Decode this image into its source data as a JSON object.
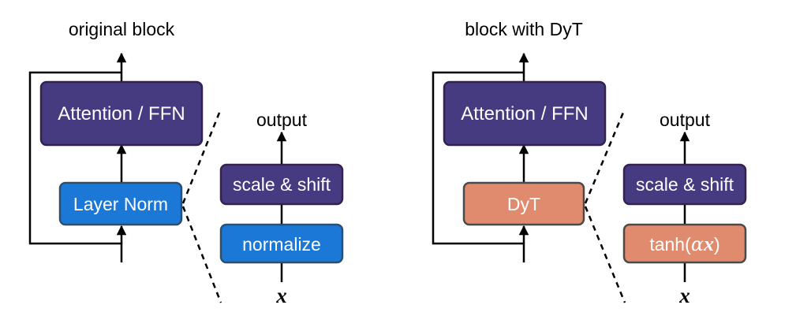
{
  "left_panel": {
    "title": "original block",
    "main_box": "Attention / FFN",
    "norm_box": "Layer Norm",
    "detail": {
      "output_label": "output",
      "top_box": "scale & shift",
      "bottom_box": "normalize",
      "input_label": "x"
    }
  },
  "right_panel": {
    "title": "block with DyT",
    "main_box": "Attention / FFN",
    "norm_box": "DyT",
    "detail": {
      "output_label": "output",
      "top_box": "scale & shift",
      "bottom_box_prefix": "tanh(",
      "bottom_box_alpha": "α",
      "bottom_box_x": "x",
      "bottom_box_suffix": ")",
      "input_label": "x"
    }
  },
  "colors": {
    "purple": "#463a80",
    "purple_border": "#35214e",
    "blue": "#1b78d6",
    "blue_border": "#2a4f73",
    "salmon": "#e08b6d",
    "salmon_border": "#4a4a4a"
  }
}
